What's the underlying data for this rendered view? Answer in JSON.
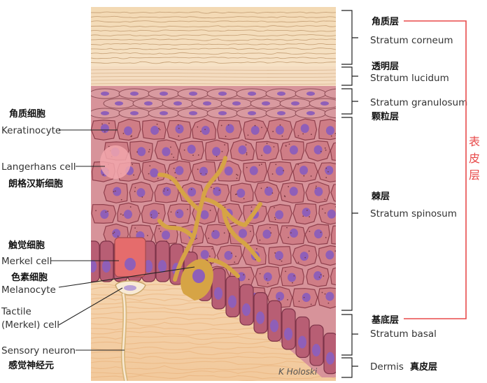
{
  "left_labels": {
    "keratinocyte": {
      "zh": "角质细胞",
      "en": "Keratinocyte"
    },
    "langerhans": {
      "en": "Langerhans cell",
      "zh": "朗格汉斯细胞"
    },
    "merkel": {
      "zh": "触觉细胞",
      "en": "Merkel cell"
    },
    "melanocyte": {
      "zh": "色素细胞",
      "en": "Melanocyte"
    },
    "tactile": {
      "en_line1": "Tactile",
      "en_line2": "(Merkel) cell"
    },
    "sensory_neuron": {
      "en": "Sensory neuron",
      "zh": "感觉神经元"
    }
  },
  "right_labels": {
    "corneum": {
      "zh": "角质层",
      "en": "Stratum corneum"
    },
    "lucidum": {
      "zh": "透明层",
      "en": "Stratum lucidum"
    },
    "granulosum": {
      "en": "Stratum granulosum",
      "zh": "颗粒层"
    },
    "spinosum": {
      "zh": "棘层",
      "en": "Stratum spinosum"
    },
    "basal": {
      "zh": "基底层",
      "en": "Stratum basal"
    },
    "dermis": {
      "en": "Dermis",
      "zh": "真皮层"
    }
  },
  "epidermis": {
    "c1": "表",
    "c2": "皮",
    "c3": "层"
  },
  "signature": "K Holoski",
  "colors": {
    "accent_red": "#e84a4a",
    "cell": "#cf7d86",
    "nucleus": "#8f5fb8",
    "dermis": "#f5d3ad"
  }
}
